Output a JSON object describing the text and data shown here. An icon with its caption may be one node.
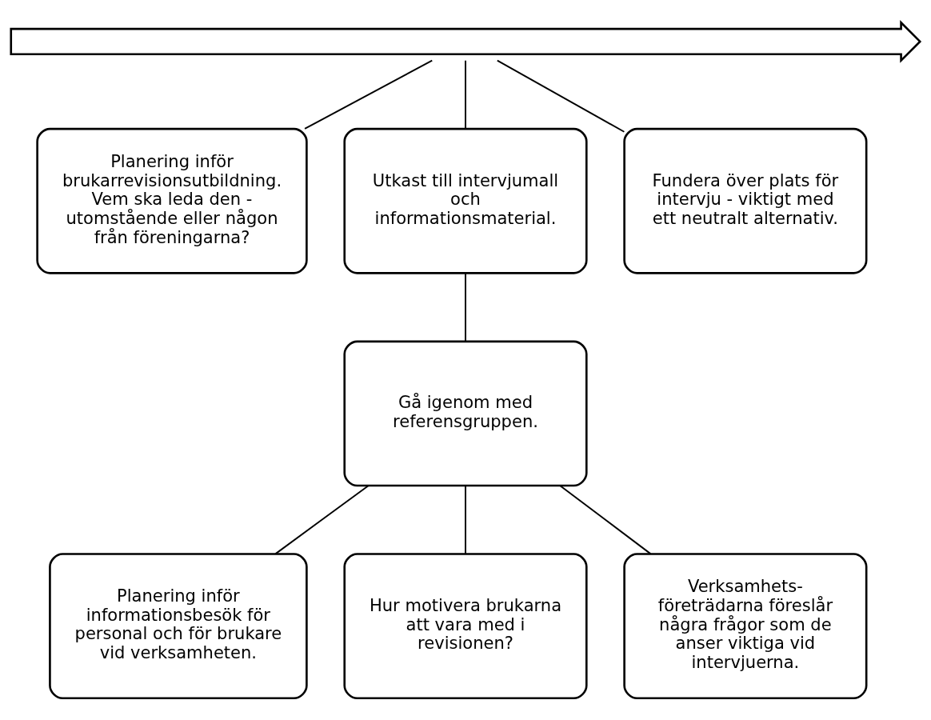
{
  "diagram": {
    "nodes": [
      {
        "text": [],
        "shape": "arrow"
      },
      {
        "text": [
          "Planering inför brukarrevisionsutbildning. Vem ska leda den - utomstående eller någon från föreningarna?"
        ]
      },
      {
        "text": [
          "Utkast till intervjumall och informationsmaterial."
        ]
      },
      {
        "text": [
          "Fundera över plats för intervju - viktigt med ett neutralt alternativ."
        ]
      },
      {
        "text": [
          "Gå igenom med referensgruppen."
        ]
      },
      {
        "text": [
          "Planering inför informationsbesök för personal och för brukare vid verksamheten."
        ]
      },
      {
        "text": [
          "Hur motivera brukarna att vara med i revisionen?"
        ]
      },
      {
        "text": [
          "Verksamhets- företrädarna föreslår några frågor som de anser viktiga vid intervjuerna."
        ]
      }
    ],
    "edges": [
      {
        "from": 0,
        "to": 1,
        "arrow": "none"
      },
      {
        "from": 0,
        "to": 2,
        "arrow": "none"
      },
      {
        "from": 0,
        "to": 3,
        "arrow": "none"
      },
      {
        "from": 2,
        "to": 4,
        "arrow": "none"
      },
      {
        "from": 4,
        "to": 5,
        "arrow": "none"
      },
      {
        "from": 4,
        "to": 6,
        "arrow": "none"
      },
      {
        "from": 4,
        "to": 7,
        "arrow": "none"
      }
    ]
  }
}
